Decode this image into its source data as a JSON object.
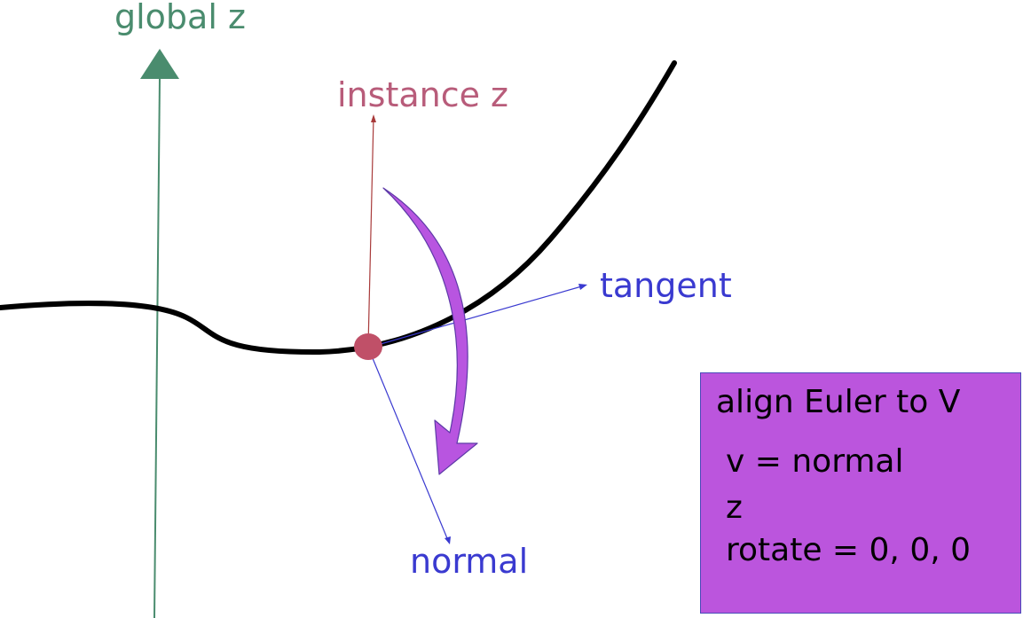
{
  "labels": {
    "global_z": "global z",
    "instance_z": "instance z",
    "tangent": "tangent",
    "normal": "normal"
  },
  "info_box": {
    "title": "align Euler to V",
    "lines": [
      "v = normal",
      "z",
      "rotate = 0, 0, 0"
    ]
  },
  "colors": {
    "global_z": "#4a8c6e",
    "instance_z": "#b85c7a",
    "instance_z_line": "#a83a3a",
    "vector_blue": "#3a3ad0",
    "curve": "#000000",
    "point": "#c05068",
    "rotation_arrow": "#b855e0",
    "box_fill": "#bb55dd",
    "box_border": "#4a4ab8"
  }
}
